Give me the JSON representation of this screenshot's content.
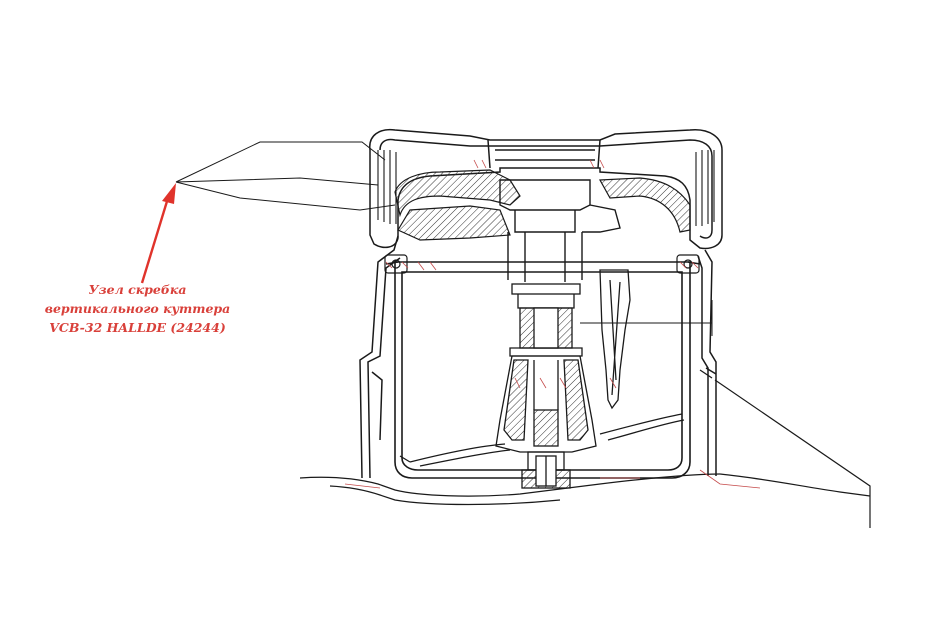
{
  "callout": {
    "line1": "Узел скребка",
    "line2": "вертикального куттера",
    "line3": "VCB-32 HALLDE (24244)"
  },
  "colors": {
    "callout": "#d9403a",
    "arrow": "#e0332b",
    "drawing": "#1a1a1a",
    "hatch": "#333333",
    "redline": "#c44a4a"
  }
}
